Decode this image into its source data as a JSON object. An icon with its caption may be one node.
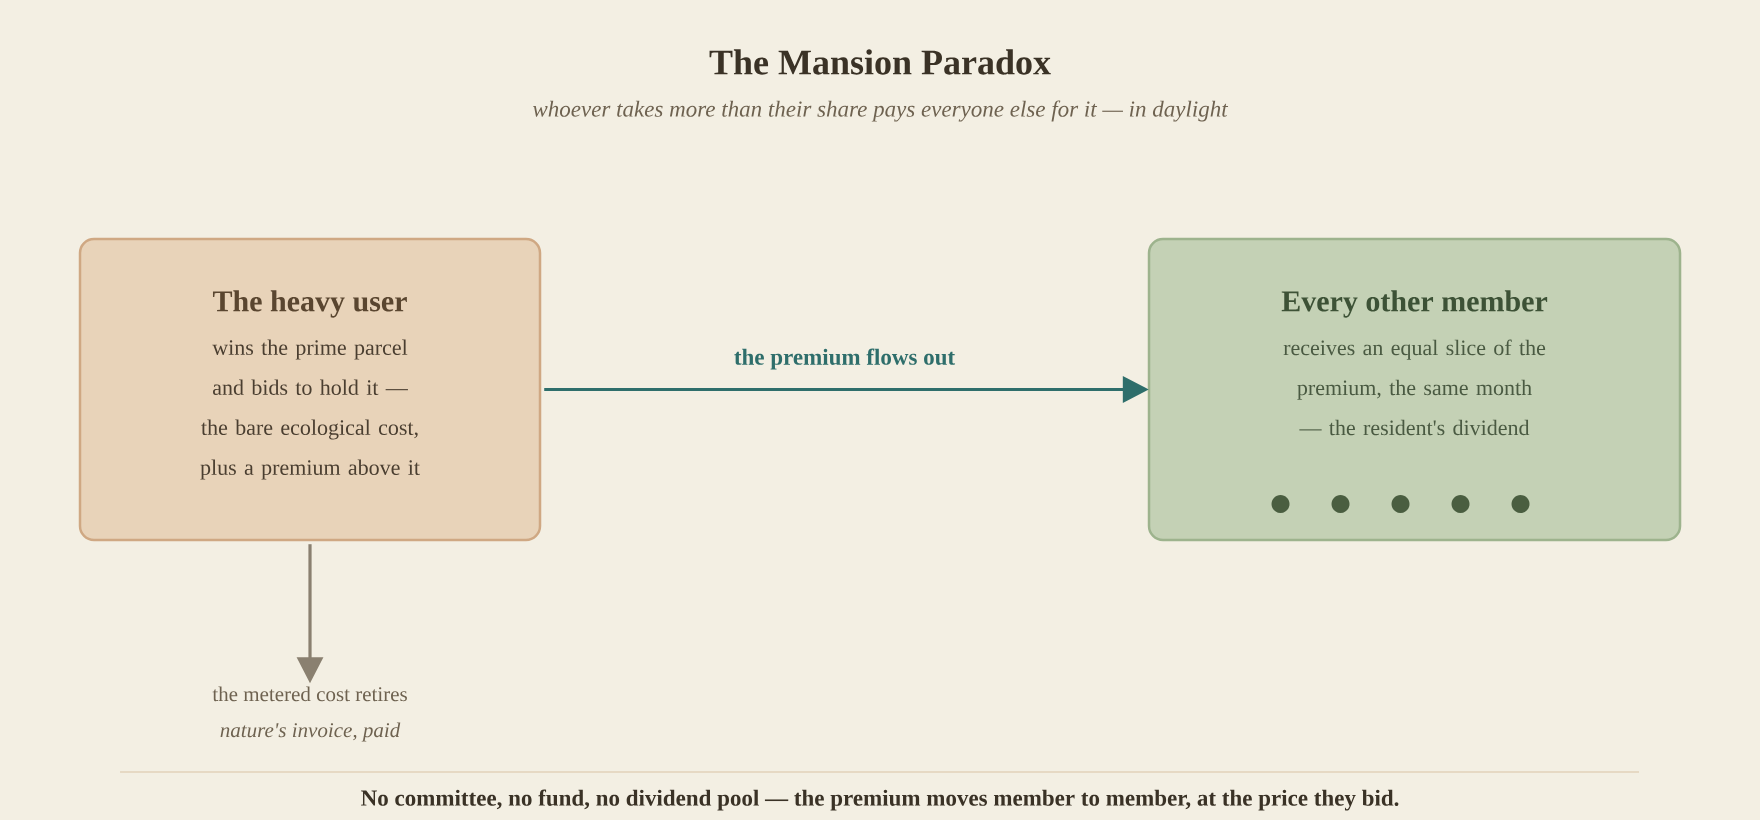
{
  "diagram": {
    "title": "The Mansion Paradox",
    "caption": "whoever takes more than their share pays everyone else for it — in daylight",
    "nodes": [
      {
        "text": [
          "The heavy user",
          "wins the prime parcel and bids to hold it — the bare ecological cost, plus a premium above it"
        ]
      },
      {
        "text": [
          "Every other member",
          "receives an equal slice of the premium, the same month — the resident's dividend"
        ]
      },
      {
        "text": [
          "the metered cost retires",
          "nature's invoice, paid"
        ]
      }
    ],
    "edges": [
      {
        "from": 0,
        "to": 1,
        "arrow": "to",
        "label": "the premium flows out",
        "color": "#2e6e6b"
      },
      {
        "from": 0,
        "to": 2,
        "arrow": "to",
        "color": "#8a8070"
      }
    ],
    "labels": [
      "No committee, no fund, no dividend pool — the premium moves member to member, at the price they bid."
    ]
  }
}
